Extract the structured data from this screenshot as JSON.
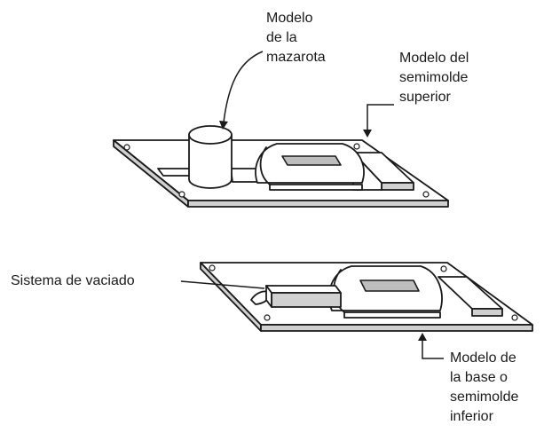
{
  "labels": {
    "riser": [
      "Modelo",
      "de la",
      "mazarota"
    ],
    "cope": [
      "Modelo del",
      "semimolde",
      "superior"
    ],
    "gating": [
      "Sistema de vaciado"
    ],
    "drag": [
      "Modelo de",
      "la base o",
      "semimolde",
      "inferior"
    ]
  },
  "colors": {
    "line": "#1a1a1a",
    "shade": "#d0d0d0",
    "background": "#ffffff"
  }
}
